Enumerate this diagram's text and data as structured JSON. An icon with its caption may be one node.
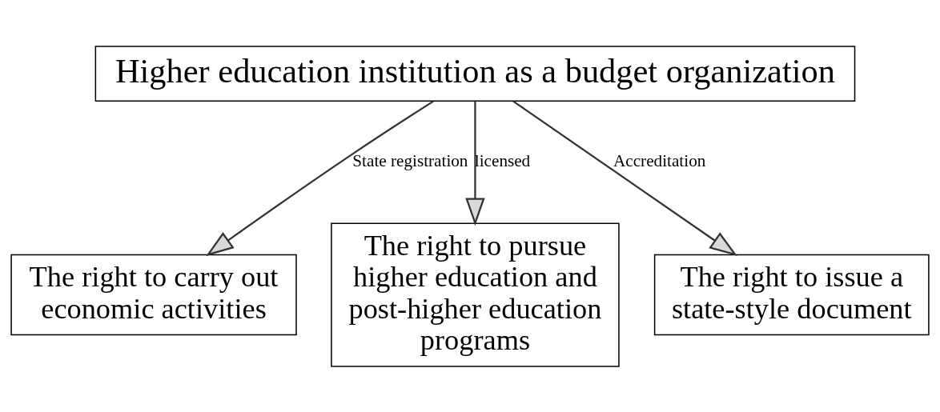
{
  "diagram": {
    "nodes": [
      {
        "text": [
          "Higher education institution as a budget organization"
        ]
      },
      {
        "text": [
          "The right to carry out economic activities"
        ]
      },
      {
        "text": [
          "The right to pursue higher education and post-higher education programs"
        ]
      },
      {
        "text": [
          "The right to issue a state-style document"
        ]
      }
    ],
    "edges": [
      {
        "from": 0,
        "to": 1,
        "arrow": "to",
        "label": "State registration"
      },
      {
        "from": 0,
        "to": 2,
        "arrow": "to",
        "label": "licensed"
      },
      {
        "from": 0,
        "to": 3,
        "arrow": "to",
        "label": "Accreditation"
      }
    ]
  }
}
